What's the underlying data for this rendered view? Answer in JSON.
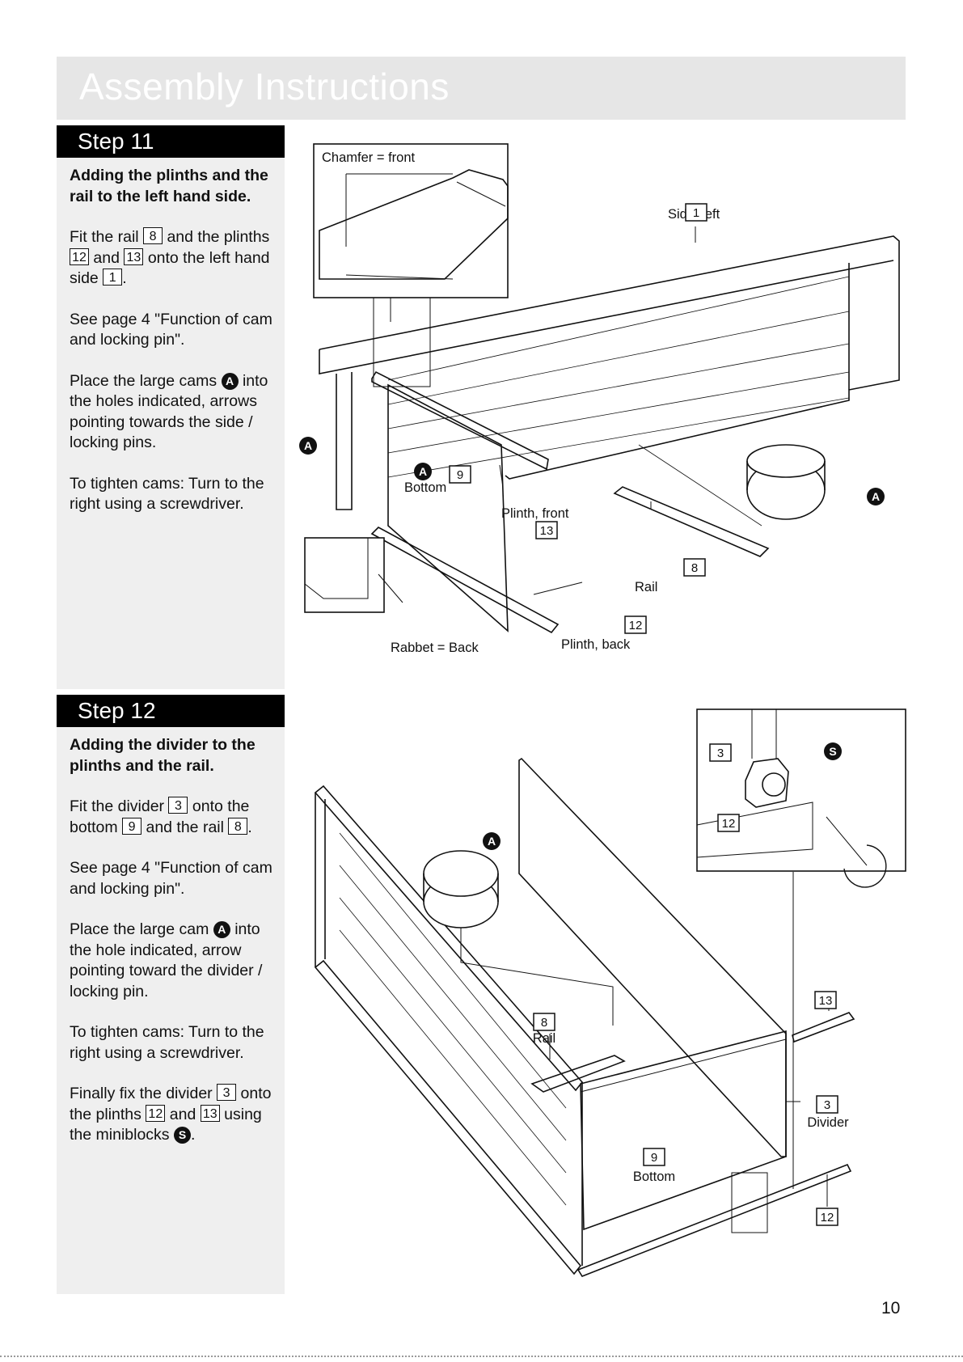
{
  "header": {
    "title": "Assembly Instructions"
  },
  "step11": {
    "title": "Step 11",
    "heading": "Adding the plinths and the rail to the left hand side.",
    "p1": {
      "a": "Fit the rail",
      "b": "and the plinths",
      "c": "and",
      "d": "onto the left hand side",
      "e": "."
    },
    "p2": "See page 4 \"Function of cam and locking pin\".",
    "p3": {
      "a": "Place the large cams",
      "b": "into the holes indicated, arrows pointing towards the side / locking pins."
    },
    "p4": "To tighten cams: Turn to the right using a screwdriver.",
    "diagram": {
      "chamfer": "Chamfer = front",
      "side_left": "Side, left",
      "bottom": "Bottom",
      "plinth_front": "Plinth, front",
      "rail": "Rail",
      "rabbet": "Rabbet = Back",
      "plinth_back": "Plinth, back"
    }
  },
  "step12": {
    "title": "Step 12",
    "heading": "Adding the divider to the plinths and the rail.",
    "p1": {
      "a": "Fit the divider",
      "b": "onto the bottom",
      "c": "and the rail",
      "d": "."
    },
    "p2": "See page 4 \"Function of cam and locking pin\".",
    "p3": {
      "a": "Place the large cam",
      "b": "into the hole indicated, arrow pointing toward the divider / locking pin."
    },
    "p4": "To tighten cams: Turn to the right using a screwdriver.",
    "p5": {
      "a": "Finally fix the divider",
      "b": "onto the plinths",
      "c": "and",
      "d": "using the miniblocks",
      "e": "."
    },
    "diagram": {
      "rail": "Rail",
      "divider": "Divider",
      "bottom": "Bottom"
    }
  },
  "parts": {
    "p1": "1",
    "p3": "3",
    "p8": "8",
    "p9": "9",
    "p12": "12",
    "p13": "13"
  },
  "symbols": {
    "cam": "A",
    "miniblock": "S"
  },
  "page_number": "10"
}
